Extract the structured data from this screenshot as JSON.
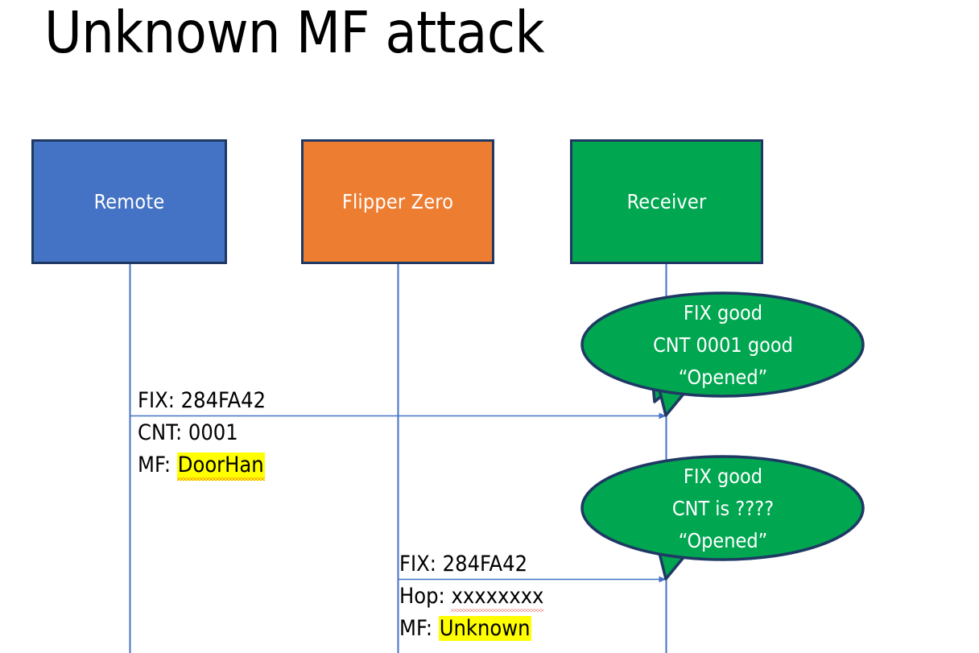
{
  "slide": {
    "title": "Unknown MF attack",
    "background_color": "#FFFFFF"
  },
  "colors": {
    "remote_fill": "#4472C4",
    "flipper_fill": "#ED7D31",
    "receiver_fill": "#00A650",
    "box_border": "#1F3864",
    "lifeline": "#4472C4",
    "arrow": "#4472C4",
    "bubble_fill": "#00A650",
    "bubble_border": "#1F3864",
    "highlight": "#FFFF00",
    "spellcheck_underline": "#E8443A",
    "text_on_fill": "#FFFFFF",
    "text_body": "#000000"
  },
  "actors": [
    {
      "id": "remote",
      "label": "Remote"
    },
    {
      "id": "flipper",
      "label": "Flipper Zero"
    },
    {
      "id": "receiver",
      "label": "Receiver"
    }
  ],
  "messages": [
    {
      "id": "msg-remote-to-receiver",
      "from": "remote",
      "to": "receiver",
      "lines": [
        {
          "prefix": "FIX: ",
          "value": "284FA42",
          "highlighted": false,
          "spellcheck_flag": false
        },
        {
          "prefix": "CNT: ",
          "value": "0001",
          "highlighted": false,
          "spellcheck_flag": false
        },
        {
          "prefix": "MF: ",
          "value": "DoorHan",
          "highlighted": true,
          "spellcheck_flag": true
        }
      ]
    },
    {
      "id": "msg-flipper-to-receiver",
      "from": "flipper",
      "to": "receiver",
      "lines": [
        {
          "prefix": "FIX: ",
          "value": "284FA42",
          "highlighted": false,
          "spellcheck_flag": false
        },
        {
          "prefix": "Hop: ",
          "value": "xxxxxxxx",
          "highlighted": false,
          "spellcheck_flag": true
        },
        {
          "prefix": "MF: ",
          "value": "Unknown",
          "highlighted": true,
          "spellcheck_flag": false
        }
      ]
    }
  ],
  "bubbles": [
    {
      "id": "bubble-response-1",
      "owner": "receiver",
      "lines": [
        "FIX good",
        "CNT 0001 good",
        "“Opened”"
      ]
    },
    {
      "id": "bubble-response-2",
      "owner": "receiver",
      "lines": [
        "FIX good",
        "CNT is ????",
        "“Opened”"
      ]
    }
  ]
}
